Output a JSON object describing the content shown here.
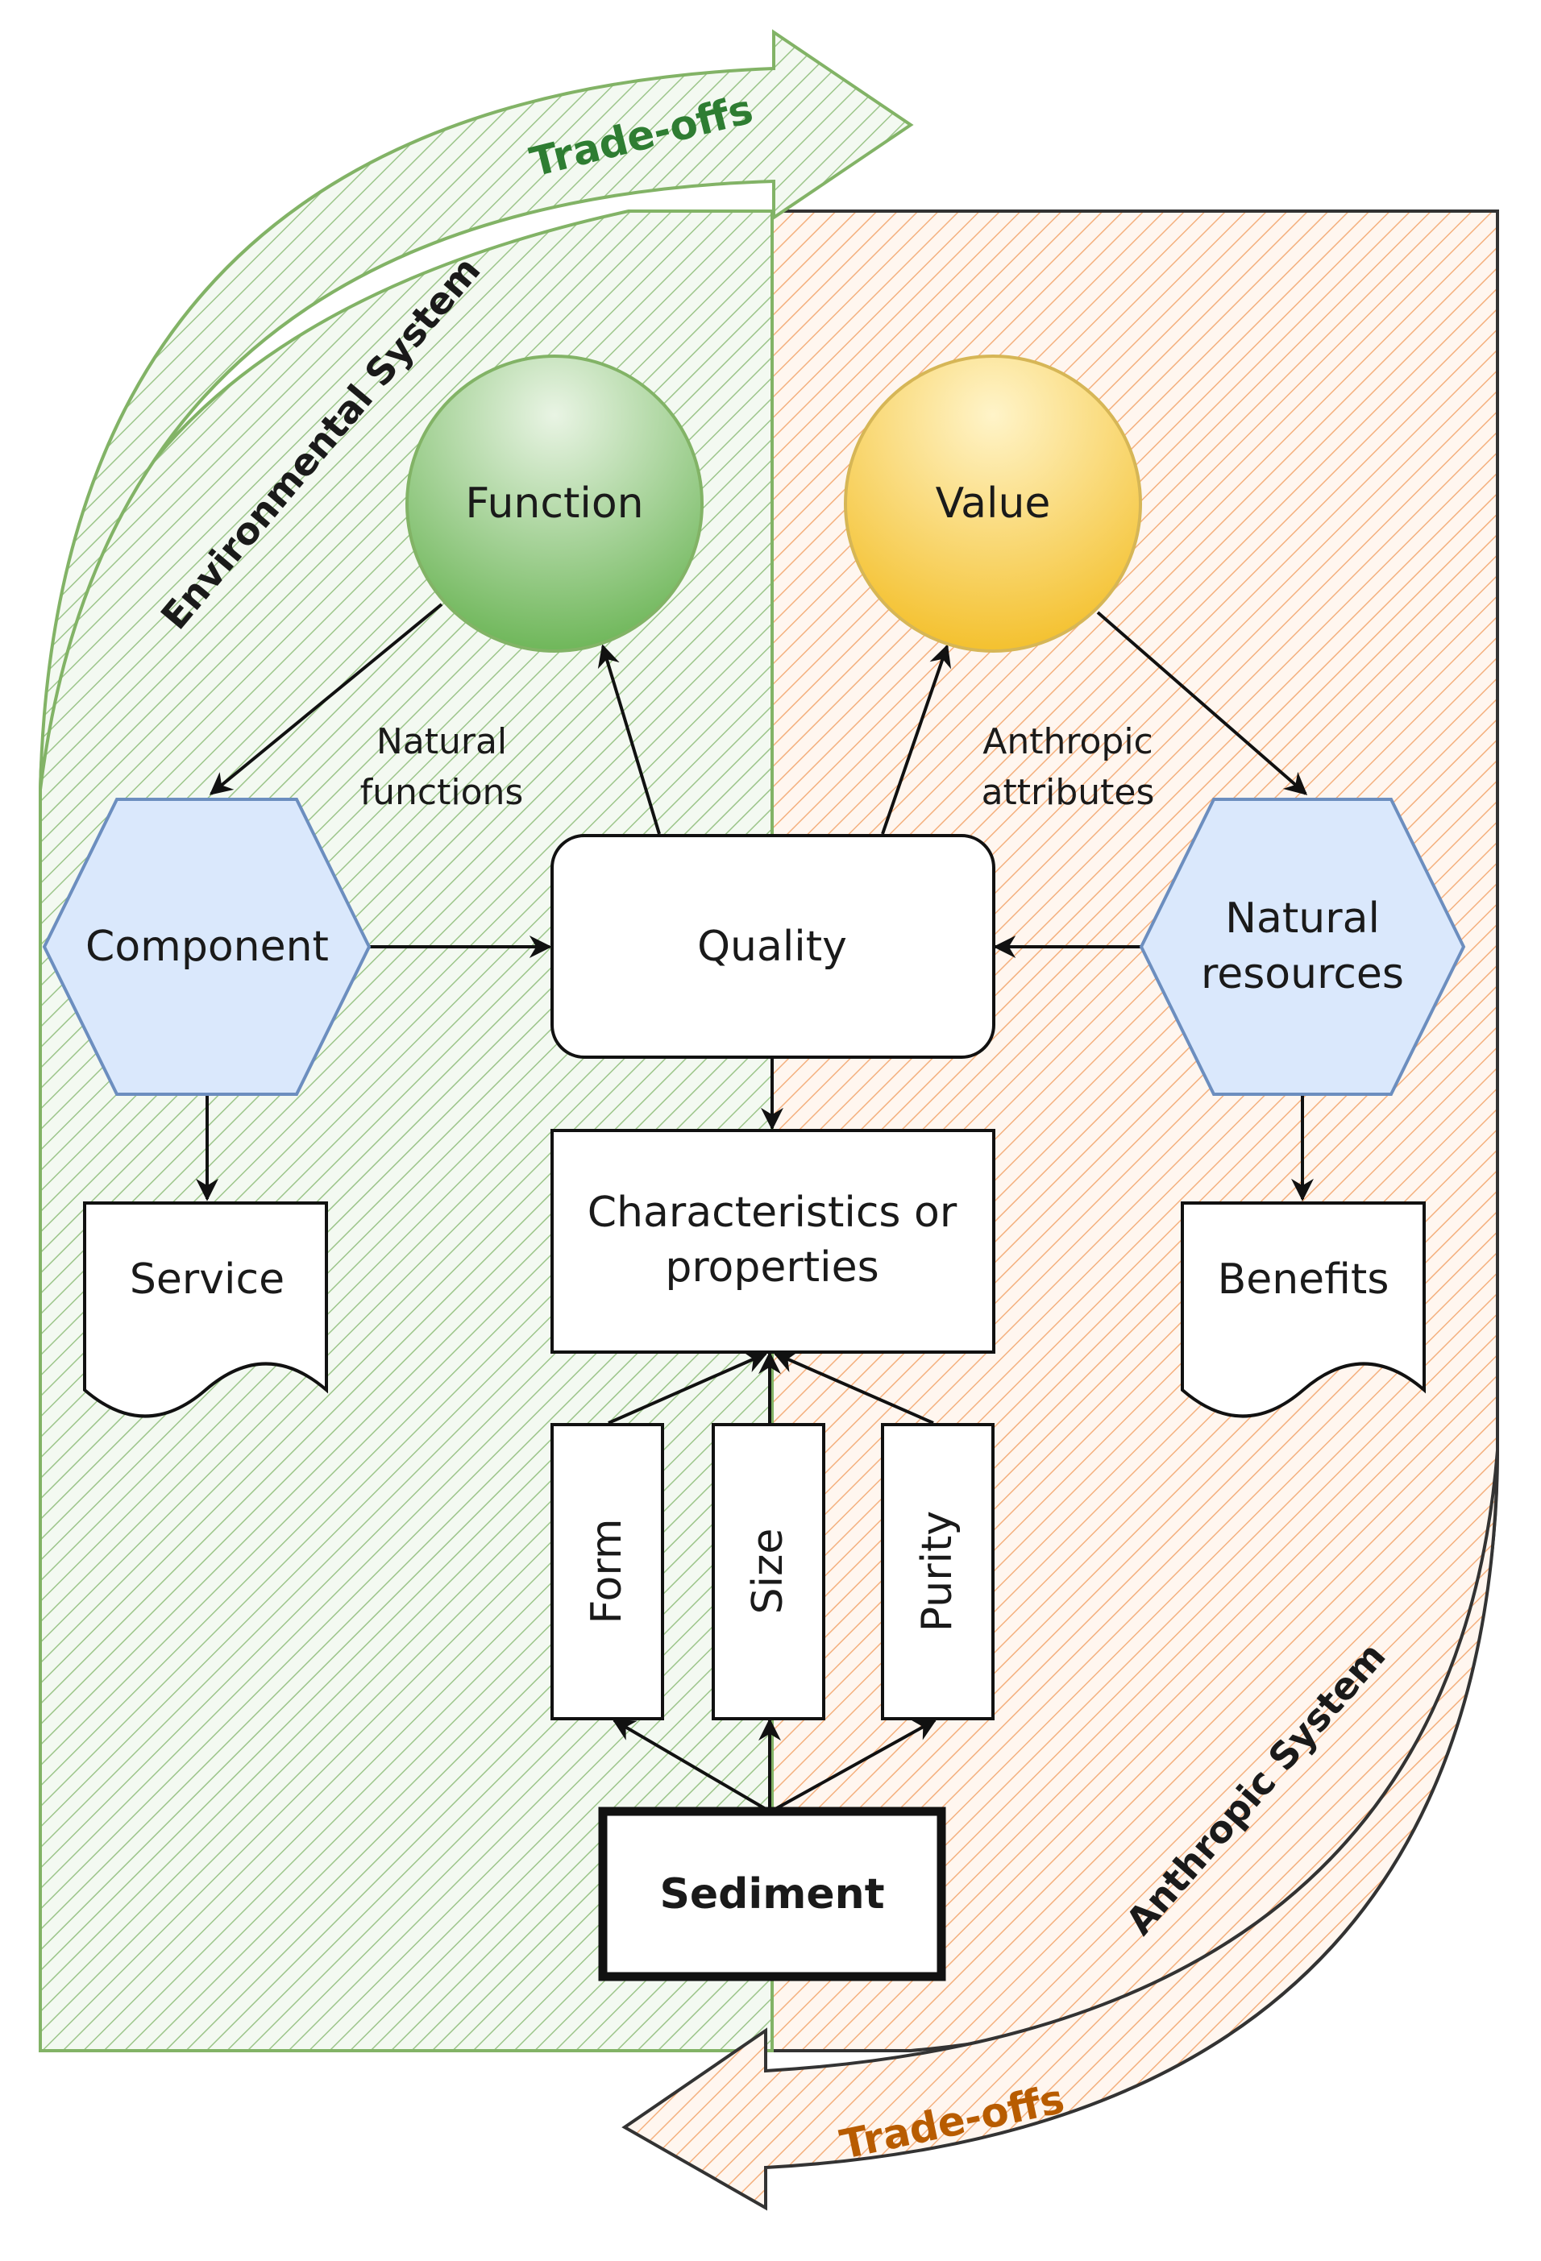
{
  "colors": {
    "green": "#82b366",
    "green_dark": "#2e7d32",
    "green_fill": "#d5e8d4",
    "orange": "#f2a46a",
    "orange_dark": "#b85c00",
    "orange_fill": "#fde4cf",
    "blue_fill": "#dae8fc",
    "blue_stroke": "#6c8ebf",
    "yellow": "#ffd966",
    "black": "#111111"
  },
  "arrows": {
    "top_label": "Trade-offs",
    "bottom_label": "Trade-offs"
  },
  "systems": {
    "environmental": "Environmental System",
    "anthropic": "Anthropic System"
  },
  "nodes": {
    "function": "Function",
    "value": "Value",
    "component": "Component",
    "natural_resources_line1": "Natural",
    "natural_resources_line2": "resources",
    "quality": "Quality",
    "characteristics_line1": "Characteristics or",
    "characteristics_line2": "properties",
    "service": "Service",
    "benefits": "Benefits",
    "form": "Form",
    "size": "Size",
    "purity": "Purity",
    "sediment": "Sediment"
  },
  "edge_labels": {
    "natural_functions_line1": "Natural",
    "natural_functions_line2": "functions",
    "anthropic_attributes_line1": "Anthropic",
    "anthropic_attributes_line2": "attributes"
  }
}
